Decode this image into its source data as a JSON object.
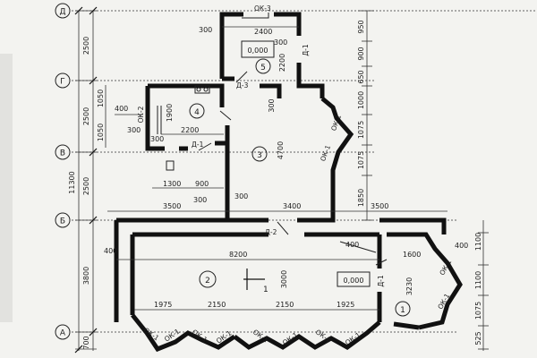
{
  "axes": [
    {
      "id": "axis-d",
      "label": "Д"
    },
    {
      "id": "axis-g",
      "label": "Г"
    },
    {
      "id": "axis-v",
      "label": "В"
    },
    {
      "id": "axis-b",
      "label": "Б"
    },
    {
      "id": "axis-a",
      "label": "А"
    }
  ],
  "left_dims": [
    {
      "id": "ld-2500-top",
      "text": "2500"
    },
    {
      "id": "ld-2500-mid",
      "text": "2500"
    },
    {
      "id": "ld-2500-low",
      "text": "2500"
    },
    {
      "id": "ld-3800",
      "text": "3800"
    },
    {
      "id": "ld-700",
      "text": "700"
    },
    {
      "id": "ld-11300",
      "text": "11300"
    },
    {
      "id": "ld-1050-a",
      "text": "1050"
    },
    {
      "id": "ld-1050-b",
      "text": "1050"
    },
    {
      "id": "ld-400-left",
      "text": "400"
    }
  ],
  "right_dims": [
    {
      "id": "rd-950",
      "text": "950"
    },
    {
      "id": "rd-900",
      "text": "900"
    },
    {
      "id": "rd-650",
      "text": "650"
    },
    {
      "id": "rd-1000",
      "text": "1000"
    },
    {
      "id": "rd-1075-a",
      "text": "1075"
    },
    {
      "id": "rd-1075-b",
      "text": "1075"
    },
    {
      "id": "rd-1850",
      "text": "1850"
    },
    {
      "id": "rd-1100-a",
      "text": "1100"
    },
    {
      "id": "rd-1100-b",
      "text": "1100"
    },
    {
      "id": "rd-1075-c",
      "text": "1075"
    },
    {
      "id": "rd-525",
      "text": "525"
    }
  ],
  "inner_dims": [
    {
      "id": "d-300-top",
      "text": "300"
    },
    {
      "id": "d-2400",
      "text": "2400"
    },
    {
      "id": "d-300-topright",
      "text": "300"
    },
    {
      "id": "d-2200-v",
      "text": "2200"
    },
    {
      "id": "d-1900",
      "text": "1900"
    },
    {
      "id": "d-300-r4",
      "text": "300"
    },
    {
      "id": "d-2200-h",
      "text": "2200"
    },
    {
      "id": "d-300-midleft",
      "text": "300"
    },
    {
      "id": "d-300-mid",
      "text": "300"
    },
    {
      "id": "d-4700",
      "text": "4700"
    },
    {
      "id": "d-1300",
      "text": "1300"
    },
    {
      "id": "d-900",
      "text": "900"
    },
    {
      "id": "d-300-lo",
      "text": "300"
    },
    {
      "id": "d-300-lo2",
      "text": "300"
    },
    {
      "id": "d-3500-left",
      "text": "3500"
    },
    {
      "id": "d-3400",
      "text": "3400"
    },
    {
      "id": "d-3500-right",
      "text": "3500"
    },
    {
      "id": "d-400-r",
      "text": "400"
    },
    {
      "id": "d-400-r2",
      "text": "400"
    },
    {
      "id": "d-8200",
      "text": "8200"
    },
    {
      "id": "d-1600",
      "text": "1600"
    },
    {
      "id": "d-3000",
      "text": "3000"
    },
    {
      "id": "d-3230",
      "text": "3230"
    },
    {
      "id": "d-1975",
      "text": "1975"
    },
    {
      "id": "d-2150-a",
      "text": "2150"
    },
    {
      "id": "d-2150-b",
      "text": "2150"
    },
    {
      "id": "d-1925",
      "text": "1925"
    }
  ],
  "openings": [
    {
      "id": "ok3",
      "text": "ОК-3"
    },
    {
      "id": "d1-top",
      "text": "Д-1"
    },
    {
      "id": "d3",
      "text": "Д-3"
    },
    {
      "id": "ok2",
      "text": "ОК-2"
    },
    {
      "id": "d1-mid",
      "text": "Д-1"
    },
    {
      "id": "ok1-r3a",
      "text": "ОК-1"
    },
    {
      "id": "ok1-r3b",
      "text": "ОК-1"
    },
    {
      "id": "d2",
      "text": "Д-2"
    },
    {
      "id": "d1-r1",
      "text": "Д-1"
    },
    {
      "id": "ok1-r1a",
      "text": "ОК-1"
    },
    {
      "id": "ok1-r1b",
      "text": "ОК-1"
    },
    {
      "id": "ok1-b1",
      "text": "ОК-1"
    },
    {
      "id": "ok1-b2",
      "text": "ОК-1"
    },
    {
      "id": "ok1-b3",
      "text": "ОК-1"
    },
    {
      "id": "ok1-b4",
      "text": "ОК-1"
    },
    {
      "id": "ok1-b5",
      "text": "ОК-1"
    },
    {
      "id": "ok1-b6",
      "text": "ОК-1"
    },
    {
      "id": "ok1-b7",
      "text": "ОК-1"
    },
    {
      "id": "ok1-b8",
      "text": "ОК-1"
    }
  ],
  "rooms": [
    {
      "id": "room-1",
      "number": "1"
    },
    {
      "id": "room-2",
      "number": "2"
    },
    {
      "id": "room-3",
      "number": "3"
    },
    {
      "id": "room-4",
      "number": "4"
    },
    {
      "id": "room-5",
      "number": "5"
    }
  ],
  "levels": [
    {
      "id": "level-room5",
      "text": "0,000"
    },
    {
      "id": "level-room1",
      "text": "0,000"
    }
  ],
  "section_mark": {
    "text": "1"
  }
}
